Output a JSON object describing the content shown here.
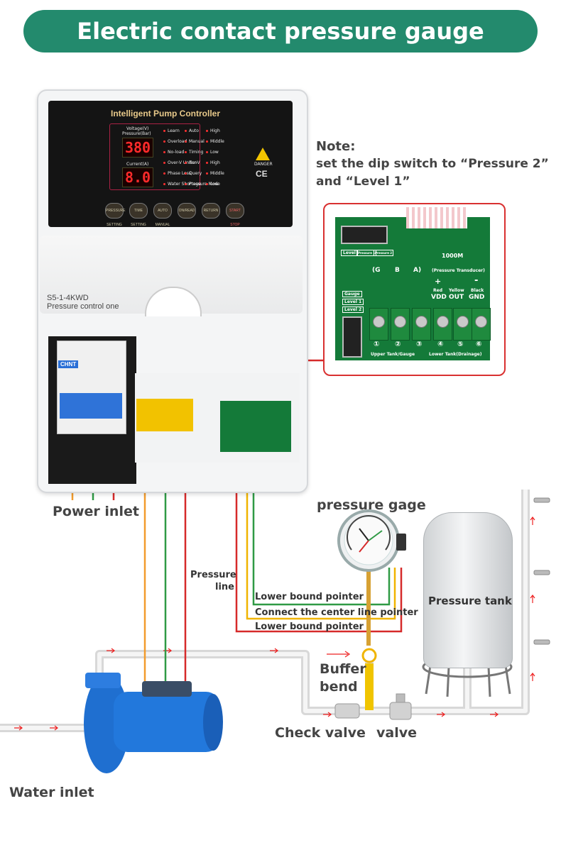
{
  "banner": {
    "title": "Electric contact pressure gauge"
  },
  "controller": {
    "title": "Intelligent Pump Controller",
    "voltage_label": "Voltage(V)",
    "pressure_label": "Pressure(Bar)",
    "current_label": "Current(A)",
    "voltage_display": "380",
    "current_display": "8.0",
    "indicators_left": [
      "Learn",
      "Overload",
      "No-load",
      "Over-V Under-V",
      "Phase Loss",
      "Water Shortage"
    ],
    "indicators_mid": [
      "Auto",
      "Manual",
      "Timing",
      "Run",
      "Query",
      "Pressure Mode"
    ],
    "indicators_right": [
      "High",
      "Middle",
      "Low",
      "High",
      "Middle",
      "Low"
    ],
    "danger": "DANGER",
    "ce": "CE",
    "keys": [
      "PRESSURE SETTING",
      "TIME SETTING",
      "AUTO MANUAL",
      "ON/READ",
      "RETURN",
      "START STOP"
    ],
    "model": "S5-1-4KWD",
    "model_sub": "Pressure control one",
    "breaker_brand": "CHNT"
  },
  "note": {
    "heading": "Note:",
    "line1": "set the dip switch to “Pressure 2”",
    "line2": "and “Level 1”"
  },
  "pcb": {
    "level": "Level",
    "pressure1": "Pressure 1",
    "pressure2": "Pressure 2",
    "model": "1000M",
    "g": "(G",
    "b": "B",
    "a": "A)",
    "transducer": "(Pressure Transducer)",
    "plus": "+",
    "minus": "-",
    "red": "Red",
    "yellow": "Yellow",
    "black": "Black",
    "vdd": "VDD",
    "out": "OUT",
    "gnd": "GND",
    "gauge": "Gauge",
    "level1": "Level 1",
    "level2": "Level 2",
    "nums": [
      "①",
      "②",
      "③",
      "④",
      "⑤",
      "⑥"
    ],
    "upper_tank": "Upper Tank/Gauge",
    "lower_tank": "Lower Tank(Drainage)"
  },
  "labels": {
    "power_inlet": "Power inlet",
    "pressure_gage": "pressure gage",
    "pressure_line_1": "Pressure",
    "pressure_line_2": "line",
    "lower_bound_1": "Lower bound pointer",
    "center_line": "Connect the center line pointer",
    "lower_bound_2": "Lower bound pointer",
    "pressure_tank": "Pressure tank",
    "buffer_1": "Buffer",
    "buffer_2": "bend",
    "check_valve": "Check valve",
    "valve": "valve",
    "water_inlet": "Water inlet"
  },
  "colors": {
    "banner": "#238a6d",
    "wire_red": "#d62a2a",
    "wire_yellow": "#f0b400",
    "wire_green": "#2f9a45",
    "wire_orange": "#f29b2c",
    "pump_blue": "#1f6fd0",
    "pipe": "#dddddd"
  }
}
